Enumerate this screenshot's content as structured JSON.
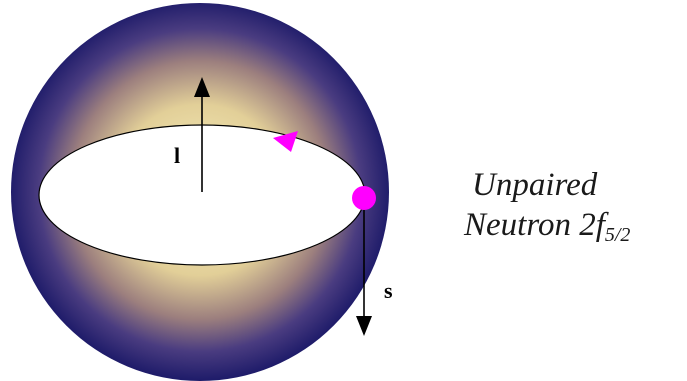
{
  "labels": {
    "orbital_vector": "l",
    "spin_vector": "s"
  },
  "caption": {
    "line1": "Unpaired",
    "line2_main": "Neutron 2f",
    "line2_sub": "5/2"
  },
  "colors": {
    "sphere_core": "#f4ecb0",
    "sphere_mid": "#b7967c",
    "sphere_edge": "#23206e",
    "orbit_fill": "#ffffff",
    "particle": "#ff00ff",
    "arrow": "#000000"
  }
}
